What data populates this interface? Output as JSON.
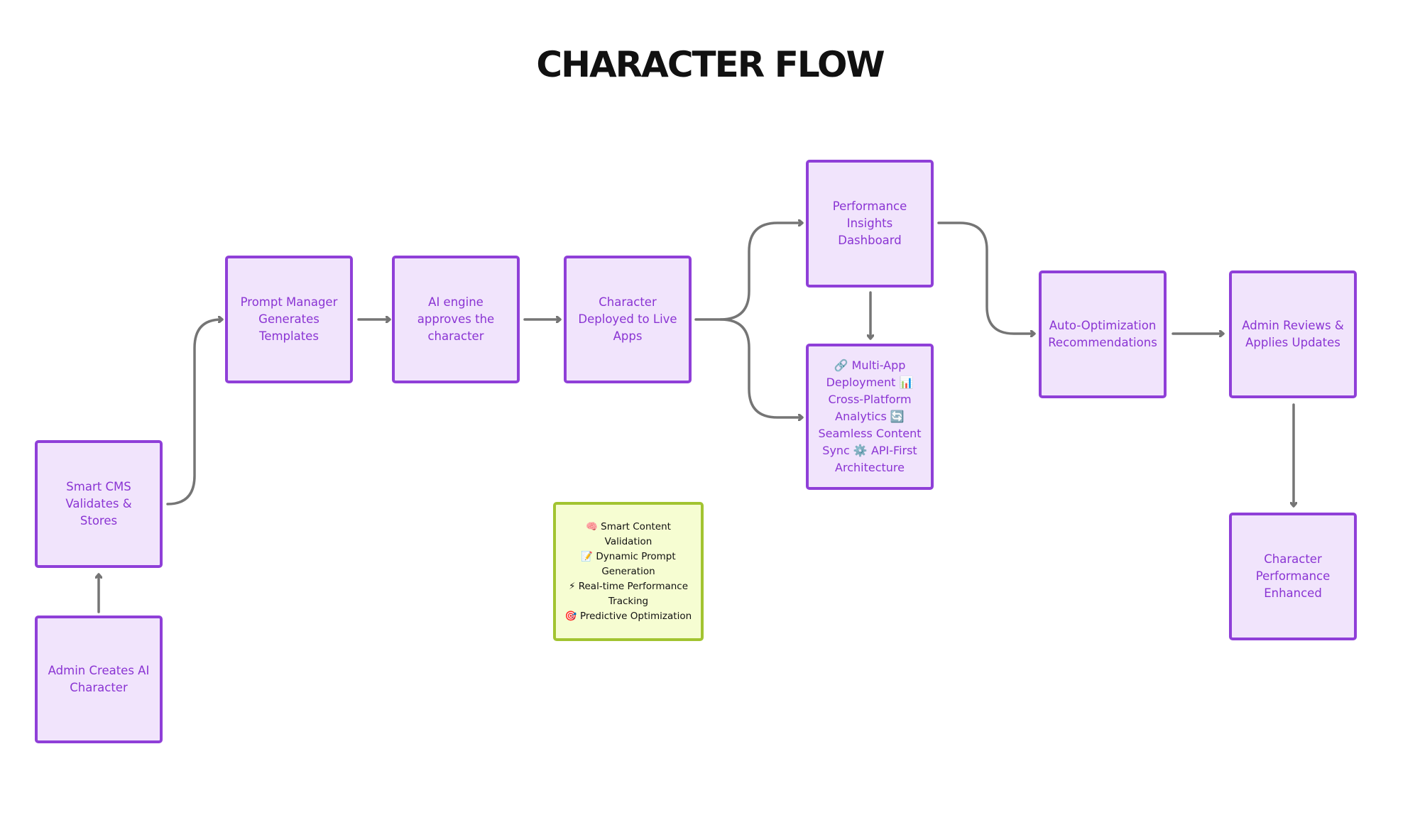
{
  "title": "CHARACTER FLOW",
  "colors": {
    "node_fill": "#f1e4fc",
    "node_border": "#8f3fd8",
    "node_text": "#8a34d3",
    "note_fill": "#f6fdd2",
    "note_border": "#a2c431",
    "arrow": "#757575"
  },
  "nodes": {
    "admin_creates": "Admin Creates AI Character",
    "smart_cms": "Smart CMS Validates & Stores",
    "prompt_manager": "Prompt Manager Generates Templates",
    "ai_engine": "AI engine approves the character",
    "deployed": "Character Deployed to Live Apps",
    "insights": "Performance Insights Dashboard",
    "multi_app": "🔗 Multi-App Deployment 📊 Cross-Platform Analytics 🔄 Seamless Content Sync ⚙️ API-First Architecture",
    "auto_opt": "Auto-Optimization Recommendations",
    "admin_reviews": "Admin Reviews & Applies Updates",
    "enhanced": "Character Performance Enhanced"
  },
  "note": {
    "lines": [
      "🧠 Smart Content Validation",
      "📝 Dynamic Prompt Generation",
      "⚡ Real-time Performance Tracking",
      "🎯 Predictive Optimization"
    ]
  }
}
